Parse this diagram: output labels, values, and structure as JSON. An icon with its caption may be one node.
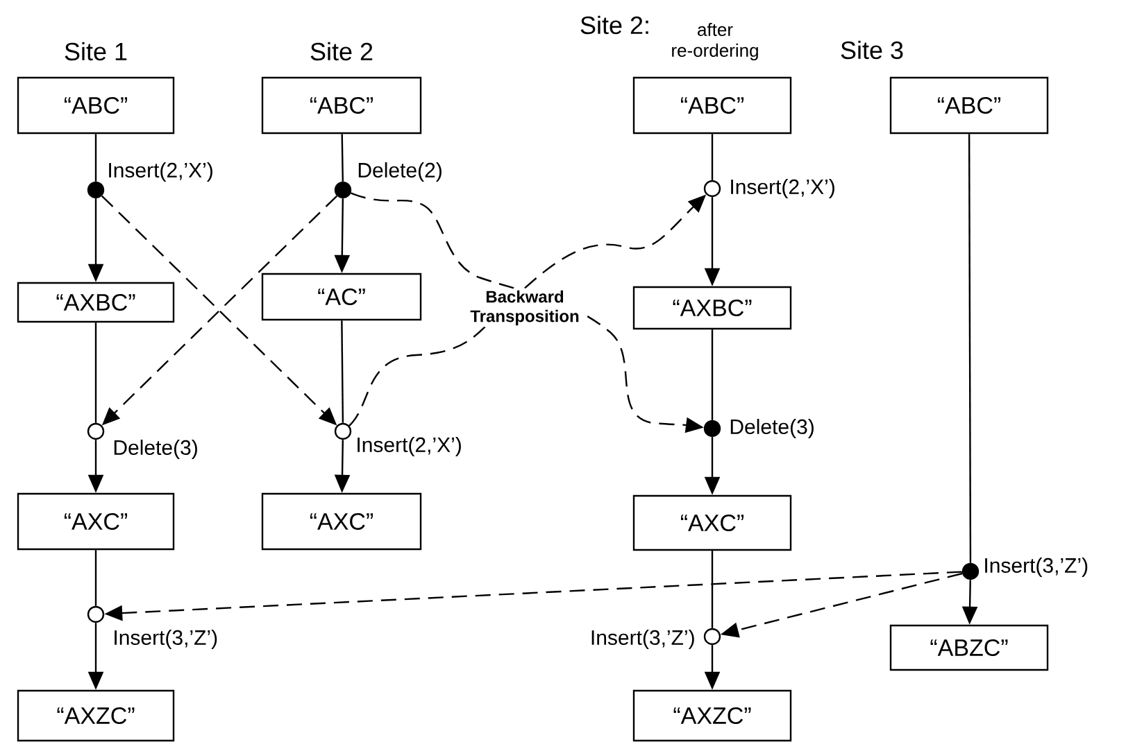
{
  "diagram": {
    "nodes": [
      {
        "text": [
          "“ABC”"
        ]
      },
      {
        "text": [],
        "shape": "dot",
        "beside": [
          "Insert(2,’X’)"
        ]
      },
      {
        "text": [
          "“AXBC”"
        ]
      },
      {
        "text": [],
        "shape": "circle",
        "beside": [
          "Delete(3)"
        ]
      },
      {
        "text": [
          "“AXC”"
        ]
      },
      {
        "text": [],
        "shape": "circle",
        "beside": [
          "Insert(3,’Z’)"
        ]
      },
      {
        "text": [
          "“AXZC”"
        ]
      },
      {
        "text": [
          "“ABC”"
        ]
      },
      {
        "text": [],
        "shape": "dot",
        "beside": [
          "Delete(2)"
        ]
      },
      {
        "text": [
          "“AC”"
        ]
      },
      {
        "text": [],
        "shape": "circle",
        "beside": [
          "Insert(2,’X’)"
        ]
      },
      {
        "text": [
          "“AXC”"
        ]
      },
      {
        "text": [
          "“ABC”"
        ]
      },
      {
        "text": [],
        "shape": "circle",
        "beside": [
          "Insert(2,’X’)"
        ]
      },
      {
        "text": [
          "“AXBC”"
        ]
      },
      {
        "text": [],
        "shape": "dot",
        "beside": [
          "Delete(3)"
        ]
      },
      {
        "text": [
          "“AXC”"
        ]
      },
      {
        "text": [],
        "shape": "circle",
        "beside": [
          "Insert(3,’Z’)"
        ]
      },
      {
        "text": [
          "“AXZC”"
        ]
      },
      {
        "text": [
          "“ABC”"
        ]
      },
      {
        "text": [],
        "shape": "dot",
        "beside": [
          "Insert(3,’Z’)"
        ]
      },
      {
        "text": [
          "“ABZC”"
        ]
      }
    ],
    "edges": [
      {
        "from": 0,
        "to": 1,
        "arrow": "none"
      },
      {
        "from": 1,
        "to": 2,
        "arrow": "to"
      },
      {
        "from": 2,
        "to": 3,
        "arrow": "none"
      },
      {
        "from": 3,
        "to": 4,
        "arrow": "to"
      },
      {
        "from": 4,
        "to": 5,
        "arrow": "none"
      },
      {
        "from": 5,
        "to": 6,
        "arrow": "to"
      },
      {
        "from": 7,
        "to": 8,
        "arrow": "none"
      },
      {
        "from": 8,
        "to": 9,
        "arrow": "to"
      },
      {
        "from": 9,
        "to": 10,
        "arrow": "none"
      },
      {
        "from": 10,
        "to": 11,
        "arrow": "to"
      },
      {
        "from": 12,
        "to": 13,
        "arrow": "none"
      },
      {
        "from": 13,
        "to": 14,
        "arrow": "to"
      },
      {
        "from": 14,
        "to": 15,
        "arrow": "none"
      },
      {
        "from": 15,
        "to": 16,
        "arrow": "to"
      },
      {
        "from": 16,
        "to": 17,
        "arrow": "none"
      },
      {
        "from": 17,
        "to": 18,
        "arrow": "to"
      },
      {
        "from": 19,
        "to": 20,
        "arrow": "none"
      },
      {
        "from": 20,
        "to": 21,
        "arrow": "to"
      },
      {
        "from": 1,
        "to": 10,
        "arrow": "to",
        "style": "dashed"
      },
      {
        "from": 8,
        "to": 3,
        "arrow": "to",
        "style": "dashed"
      },
      {
        "from": 10,
        "to": 13,
        "arrow": "to",
        "style": "dashed"
      },
      {
        "from": 8,
        "to": 15,
        "arrow": "to",
        "style": "dashed"
      },
      {
        "from": 20,
        "to": 5,
        "arrow": "to",
        "style": "dashed"
      },
      {
        "from": 20,
        "to": 17,
        "arrow": "to",
        "style": "dashed"
      }
    ],
    "labels": [
      "Site 1",
      "Site 2",
      "Site 2:",
      "after re-ordering",
      "Site 3",
      "Backward Transposition"
    ]
  }
}
